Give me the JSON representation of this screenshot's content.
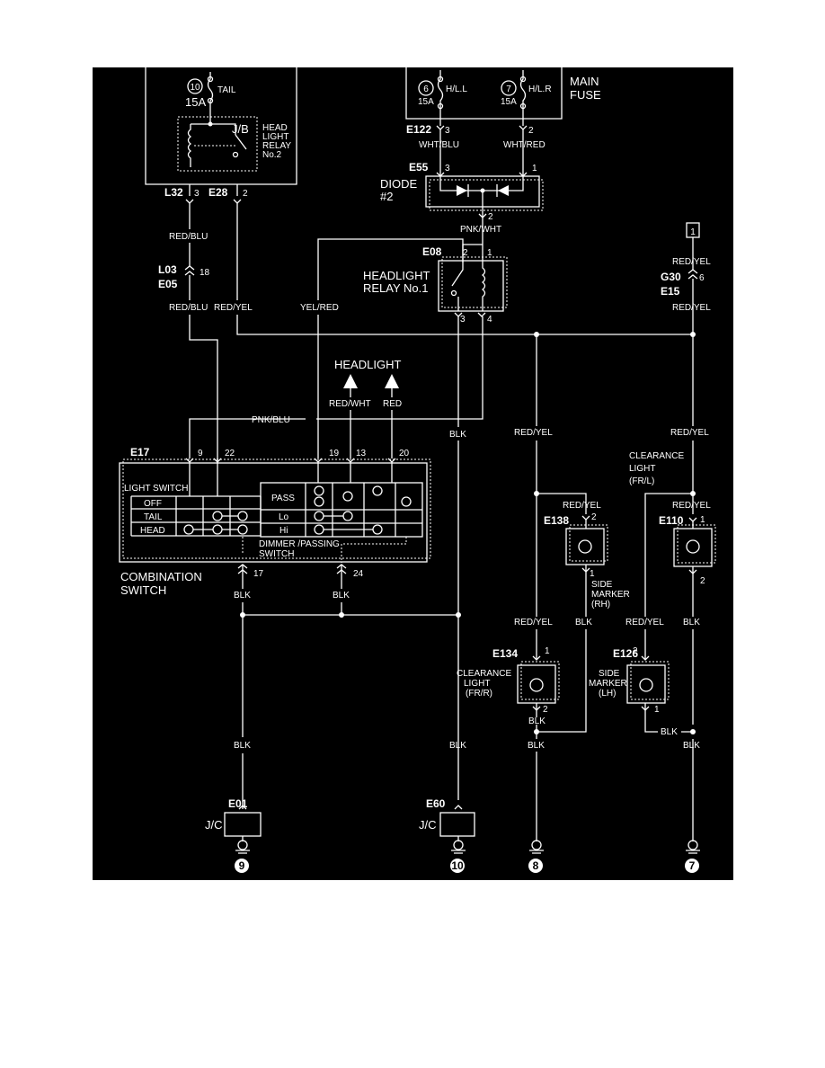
{
  "colors": {
    "background": "#000000",
    "line": "#ffffff",
    "page": "#ffffff"
  },
  "jb": {
    "label": "J/B",
    "fuse_num": "10",
    "fuse_amp": "15A",
    "fuse_name": "TAIL",
    "relay": "HEAD LIGHT RELAY No.2",
    "l32": "L32",
    "l32_pin": "3",
    "e28": "E28",
    "e28_pin": "2"
  },
  "main_fuse": {
    "label": "MAIN FUSE",
    "f6_num": "6",
    "f6_name": "H/L.L",
    "f6_amp": "15A",
    "f7_num": "7",
    "f7_name": "H/L.R",
    "f7_amp": "15A"
  },
  "e122": {
    "id": "E122",
    "pin3": "3",
    "pin2": "2",
    "wire_l": "WHT/BLU",
    "wire_r": "WHT/RED"
  },
  "e55": {
    "id": "E55",
    "pin3": "3",
    "pin1": "1",
    "pin2": "2",
    "label": "DIODE #2",
    "wire_out": "PNK/WHT"
  },
  "e08": {
    "id": "E08",
    "pin2": "2",
    "pin1": "1",
    "pin3": "3",
    "pin4": "4",
    "label": "HEADLIGHT RELAY No.1"
  },
  "connector_ref": "1",
  "g30": {
    "id_top": "G30",
    "id_bot": "E15",
    "pin": "6",
    "wire_in": "RED/YEL",
    "wire_out": "RED/YEL"
  },
  "l03": {
    "id_top": "L03",
    "id_bot": "E05",
    "pin": "18"
  },
  "wires": {
    "red_blu": "RED/BLU",
    "red_yel": "RED/YEL",
    "yel_red": "YEL/RED",
    "pnk_blu": "PNK/BLU",
    "red_wht": "RED/WHT",
    "red": "RED",
    "blk": "BLK"
  },
  "headlight": "HEADLIGHT",
  "e17": {
    "id": "E17",
    "pins": [
      "9",
      "22",
      "19",
      "13",
      "20"
    ],
    "pin17": "17",
    "pin24": "24"
  },
  "light_switch": {
    "label": "LIGHT SWITCH",
    "rows": [
      "OFF",
      "TAIL",
      "HEAD"
    ]
  },
  "dimmer": {
    "rows": [
      "PASS",
      "Lo",
      "Hi"
    ],
    "label": "DIMMER /PASSING SWITCH"
  },
  "combination_switch": "COMBINATION SWITCH",
  "clearance_fl": {
    "label": "CLEARANCE LIGHT (FR/L)",
    "id": "E110",
    "pin1": "1",
    "pin2": "2"
  },
  "e138": {
    "id": "E138",
    "pin2": "2",
    "pin1": "1",
    "label": "SIDE MARKER (RH)"
  },
  "e134": {
    "id": "E134",
    "pin1": "1",
    "pin2": "2",
    "label": "CLEARANCE LIGHT (FR/R)"
  },
  "e126": {
    "id": "E126",
    "pin2": "2",
    "pin1": "1",
    "label": "SIDE MARKER (LH)"
  },
  "jc_e01": {
    "id": "E01",
    "label": "J/C",
    "ground": "9"
  },
  "jc_e60": {
    "id": "E60",
    "label": "J/C",
    "ground": "10"
  },
  "ground8": "8",
  "ground7": "7"
}
